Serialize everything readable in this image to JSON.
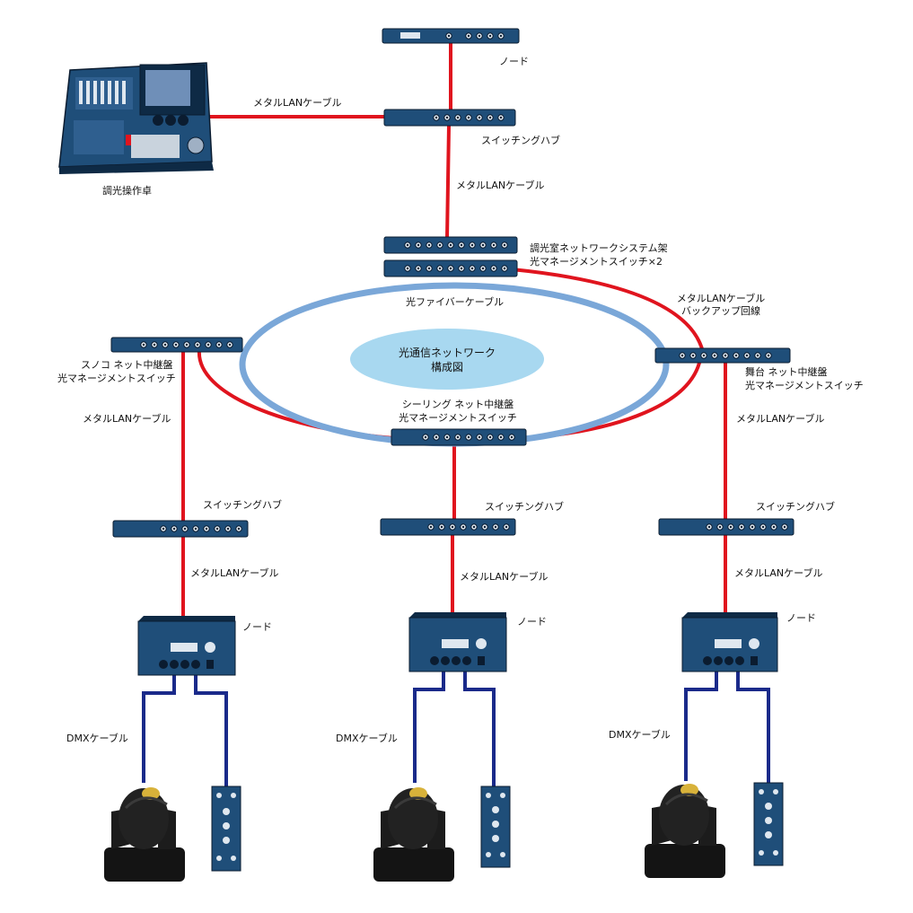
{
  "labels": {
    "node_top": "ノード",
    "metal_lan_console": "メタルLANケーブル",
    "switching_hub_top": "スイッチングハブ",
    "metal_lan_vertical": "メタルLANケーブル",
    "console": "調光操作卓",
    "rack_line1": "調光室ネットワークシステム架",
    "rack_line2": "光マネージメントスイッチ×2",
    "fiber": "光ファイバーケーブル",
    "backup_line1": "メタルLANケーブル",
    "backup_line2": "バックアップ回線",
    "center_line1": "光通信ネットワーク",
    "center_line2": "構成図",
    "left_relay_line1": "スノコ  ネット中継盤",
    "left_relay_line2": "光マネージメントスイッチ",
    "right_relay_line1": "舞台  ネット中継盤",
    "right_relay_line2": "光マネージメントスイッチ",
    "ceiling_relay_line1": "シーリング  ネット中継盤",
    "ceiling_relay_line2": "光マネージメントスイッチ",
    "left_metal_lan": "メタルLANケーブル",
    "right_metal_lan": "メタルLANケーブル",
    "left_hub": "スイッチングハブ",
    "center_hub": "スイッチングハブ",
    "right_hub": "スイッチングハブ",
    "left_metal_lan2": "メタルLANケーブル",
    "center_metal_lan2": "メタルLANケーブル",
    "right_metal_lan2": "メタルLANケーブル",
    "left_node": "ノード",
    "center_node": "ノード",
    "right_node": "ノード",
    "left_dmx": "DMXケーブル",
    "center_dmx": "DMXケーブル",
    "right_dmx": "DMXケーブル"
  },
  "colors": {
    "device_blue": "#1f4e79",
    "metal_lan_red": "#e0141e",
    "fiber_blue": "#7aa7d8",
    "dmx_navy": "#1a2a8a",
    "center_fill": "#a8d8f0"
  }
}
